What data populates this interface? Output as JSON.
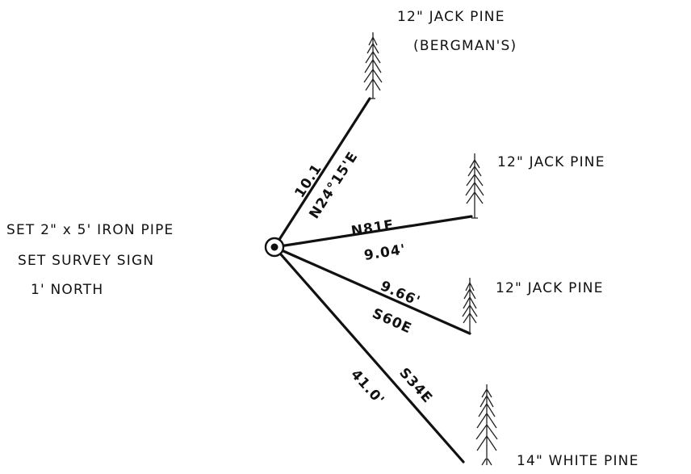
{
  "pipe_note": {
    "line1": "SET 2\" x 5' IRON PIPE",
    "line2": "SET SURVEY SIGN",
    "line3": "1' NORTH"
  },
  "bearings": [
    {
      "bearing": "N24°15'E",
      "distance": "10.1"
    },
    {
      "bearing": "N81E",
      "distance": "9.04'"
    },
    {
      "bearing": "S60E",
      "distance": "9.66'"
    },
    {
      "bearing": "S34E",
      "distance": "41.0'"
    }
  ],
  "trees": [
    {
      "label": "12\" JACK PINE",
      "sublabel": "(BERGMAN'S)"
    },
    {
      "label": "12\" JACK PINE"
    },
    {
      "label": "12\" JACK PINE"
    },
    {
      "label": "14\" WHITE PINE"
    }
  ]
}
